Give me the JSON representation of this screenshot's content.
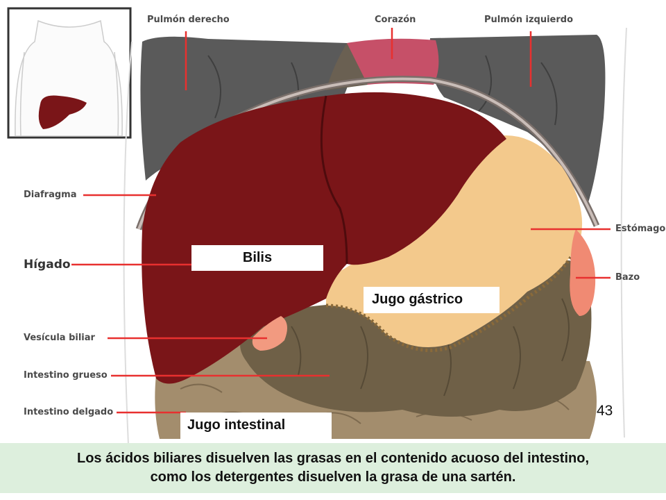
{
  "labels": {
    "pulmon_derecho": "Pulmón derecho",
    "corazon": "Corazón",
    "pulmon_izquierdo": "Pulmón izquierdo",
    "diafragma": "Diafragma",
    "higado": "Hígado",
    "vesicula": "Vesícula biliar",
    "intestino_grueso": "Intestino grueso",
    "intestino_delgado": "Intestino delgado",
    "estomago": "Estómago",
    "bazo": "Bazo"
  },
  "boxes": {
    "bilis": "Bilis",
    "jugo_gastrico": "Jugo gástrico",
    "jugo_intestinal": "Jugo intestinal"
  },
  "page_number": "43",
  "caption": {
    "line1": "Los ácidos biliares disuelven las grasas en el contenido acuoso del intestino,",
    "line2": "como los detergentes disuelven la grasa de una sartén."
  },
  "colors": {
    "liver": "#7a1518",
    "stomach": "#f3c98c",
    "large_intestine": "#6f6047",
    "small_intestine": "#a38d6d",
    "lungs": "#5a5a5a",
    "heart": "#c65068",
    "spleen": "#f08a73",
    "gallbladder": "#f29a80",
    "pointer_lines": "#e8302f",
    "caption_bg": "#ddefdd"
  }
}
